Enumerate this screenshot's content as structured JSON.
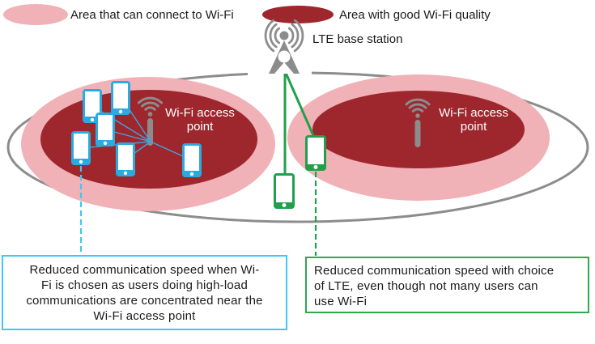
{
  "legend": {
    "item1": {
      "label": "Area that can connect to Wi-Fi",
      "swatch_color": "#F0B2B6"
    },
    "item2": {
      "label": "Area with good Wi-Fi quality",
      "swatch_color": "#9E262D"
    }
  },
  "base_station": {
    "label": "LTE base station"
  },
  "access_point_left": {
    "line1": "Wi-Fi access",
    "line2": "point"
  },
  "access_point_right": {
    "line1": "Wi-Fi access",
    "line2": "point"
  },
  "callout_wifi": {
    "lines": [
      "Reduced communication speed when Wi-",
      "Fi is chosen as users doing high-load",
      "communications are concentrated near the",
      "Wi-Fi access point"
    ],
    "border_color": "#3FC8F5"
  },
  "callout_lte": {
    "lines": [
      "Reduced communication speed with choice",
      "of LTE, even though not many users can",
      "use Wi-Fi"
    ],
    "border_color": "#2BAA4E"
  },
  "colors": {
    "wifi_connect_area": "#F0B2B6",
    "wifi_quality_area": "#9E262D",
    "outer_boundary_gray": "#8C8C8C",
    "wifi_phone_blue": "#29ABE2",
    "lte_phone_green": "#21A04B",
    "wifi_link_line": "#3FA5DC"
  },
  "counts": {
    "wifi_phones": 6,
    "lte_phones": 2
  }
}
